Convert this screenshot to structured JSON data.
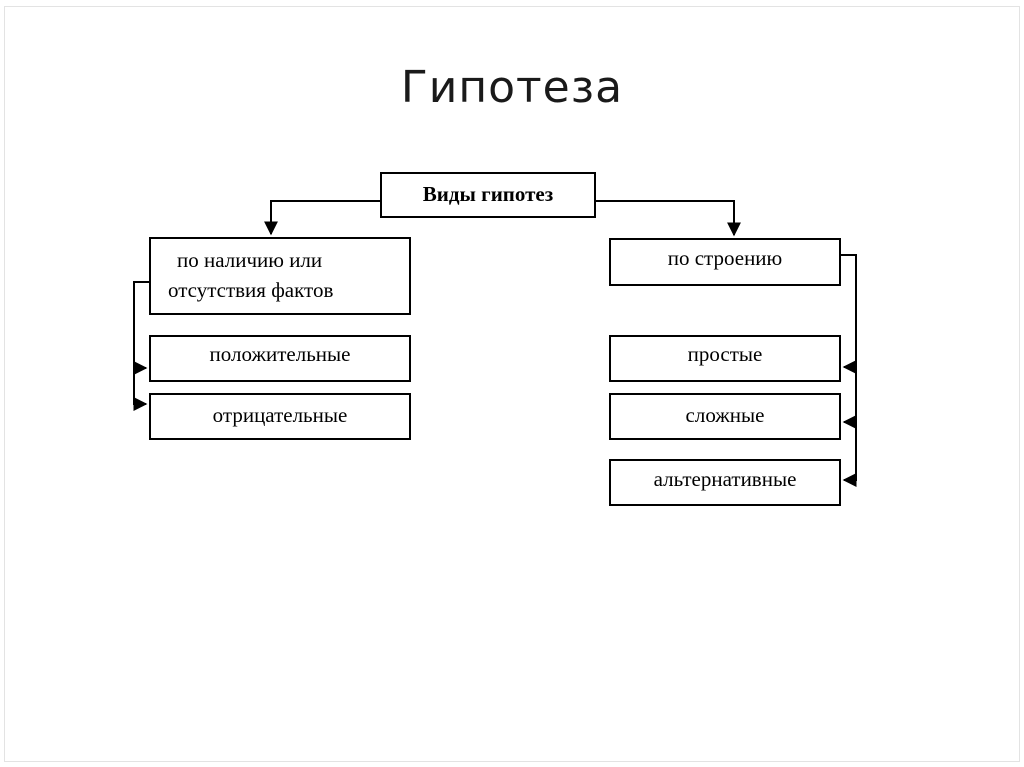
{
  "title": "Гипотеза",
  "root": "Виды гипотез",
  "left": {
    "category_line1": "по наличию или",
    "category_line2": "отсутствия фактов",
    "items": [
      "положительные",
      "отрицательные"
    ]
  },
  "right": {
    "category": "по строению",
    "items": [
      "простые",
      "сложные",
      "альтернативные"
    ]
  }
}
